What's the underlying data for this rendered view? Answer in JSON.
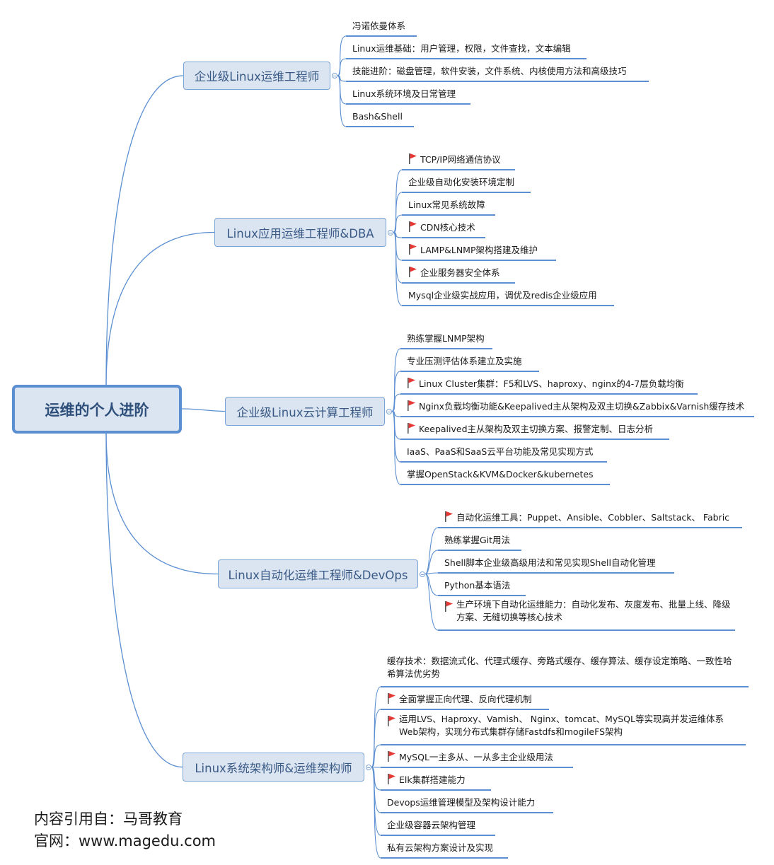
{
  "root": {
    "label": "运维的个人进阶"
  },
  "branches": [
    {
      "label": "企业级Linux运维工程师",
      "leaves": [
        {
          "text": "冯诺依曼体系",
          "flag": false
        },
        {
          "text": "Linux运维基础：用户管理，权限，文件查找，文本编辑",
          "flag": false
        },
        {
          "text": "技能进阶：磁盘管理，软件安装，文件系统、内核使用方法和高级技巧",
          "flag": false
        },
        {
          "text": "Linux系统环境及日常管理",
          "flag": false
        },
        {
          "text": "Bash&Shell",
          "flag": false
        }
      ]
    },
    {
      "label": "Linux应用运维工程师&DBA",
      "leaves": [
        {
          "text": "TCP/IP网络通信协议",
          "flag": true
        },
        {
          "text": "企业级自动化安装环境定制",
          "flag": false
        },
        {
          "text": "Linux常见系统故障",
          "flag": false
        },
        {
          "text": "CDN核心技术",
          "flag": true
        },
        {
          "text": "LAMP&LNMP架构搭建及维护",
          "flag": true
        },
        {
          "text": "企业服务器安全体系",
          "flag": true
        },
        {
          "text": "Mysql企业级实战应用，调优及redis企业级应用",
          "flag": false
        }
      ]
    },
    {
      "label": "企业级Linux云计算工程师",
      "leaves": [
        {
          "text": "熟练掌握LNMP架构",
          "flag": false
        },
        {
          "text": "专业压测评估体系建立及实施",
          "flag": false
        },
        {
          "text": "Linux Cluster集群：F5和LVS、haproxy、nginx的4-7层负载均衡",
          "flag": true
        },
        {
          "text": "Nginx负载均衡功能&Keepalived主从架构及双主切换&Zabbix&Varnish缓存技术",
          "flag": true
        },
        {
          "text": "Keepalived主从架构及双主切换方案、报警定制、日志分析",
          "flag": true
        },
        {
          "text": "IaaS、PaaS和SaaS云平台功能及常见实现方式",
          "flag": false
        },
        {
          "text": "掌握OpenStack&KVM&Docker&kubernetes",
          "flag": false
        }
      ]
    },
    {
      "label": "Linux自动化运维工程师&DevOps",
      "leaves": [
        {
          "text": "自动化运维工具：Puppet、Ansible、Cobbler、Saltstack、 Fabric",
          "flag": true
        },
        {
          "text": "熟练掌握Git用法",
          "flag": false
        },
        {
          "text": "Shell脚本企业级高级用法和常见实现Shell自动化管理",
          "flag": false
        },
        {
          "text": "Python基本语法",
          "flag": false
        },
        {
          "text": "生产环境下自动化运维能力：自动化发布、灰度发布、批量上线、降级方案、无缝切换等核心技术",
          "flag": true
        }
      ]
    },
    {
      "label": "Linux系统架构师&运维架构师",
      "leaves": [
        {
          "text": "缓存技术：数据流式化、代理式缓存、旁路式缓存、缓存算法、缓存设定策略、一致性哈希算法优劣势",
          "flag": false
        },
        {
          "text": "全面掌握正向代理、反向代理机制",
          "flag": true
        },
        {
          "text": "运用LVS、Haproxy、Vamish、 Nginx、tomcat、MySQL等实现高并发运维体系Web架构，实现分布式集群存储Fastdfs和mogileFS架构",
          "flag": true
        },
        {
          "text": "MySQL一主多从、一从多主企业级用法",
          "flag": true
        },
        {
          "text": "Elk集群搭建能力",
          "flag": true
        },
        {
          "text": "Devops运维管理模型及架构设计能力",
          "flag": false
        },
        {
          "text": "企业级容器云架构管理",
          "flag": false
        },
        {
          "text": "私有云架构方案设计及实现",
          "flag": false
        }
      ]
    }
  ],
  "credit": {
    "source": "内容引用自：马哥教育",
    "site": "官网：www.magedu.com"
  },
  "colors": {
    "line": "#5b8fd1",
    "node_fill": "#dbe5f1",
    "flag": "#e53935"
  },
  "icons": {
    "flag": "flag-icon",
    "collapse": "collapse-toggle-icon"
  }
}
